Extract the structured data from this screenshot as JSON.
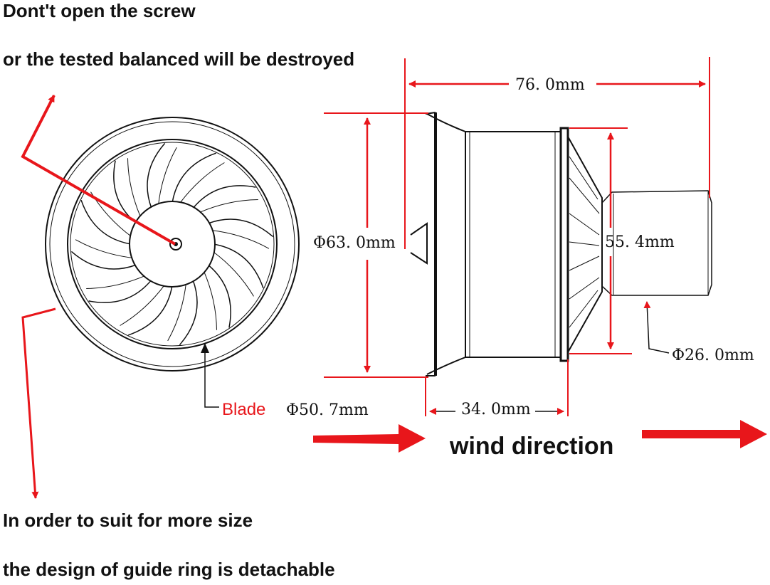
{
  "notes": {
    "screw_line1": "Dont't open the screw",
    "screw_line2": "or the tested balanced will be destroyed",
    "ring_line1": "In order to suit for more size",
    "ring_line2": "the design of guide ring is detachable"
  },
  "dimensions": {
    "length": "76. 0mm",
    "outer_diameter": "Φ63. 0mm",
    "exhaust_diameter": "55. 4mm",
    "motor_diameter": "Φ26. 0mm",
    "blade_word": "Blade",
    "blade_diameter": "Φ50. 7mm",
    "housing_length": "34. 0mm"
  },
  "wind_label": "wind direction",
  "colors": {
    "annotation": "#e8161b",
    "line": "#111111"
  },
  "rotor": {
    "blade_count": 12
  }
}
